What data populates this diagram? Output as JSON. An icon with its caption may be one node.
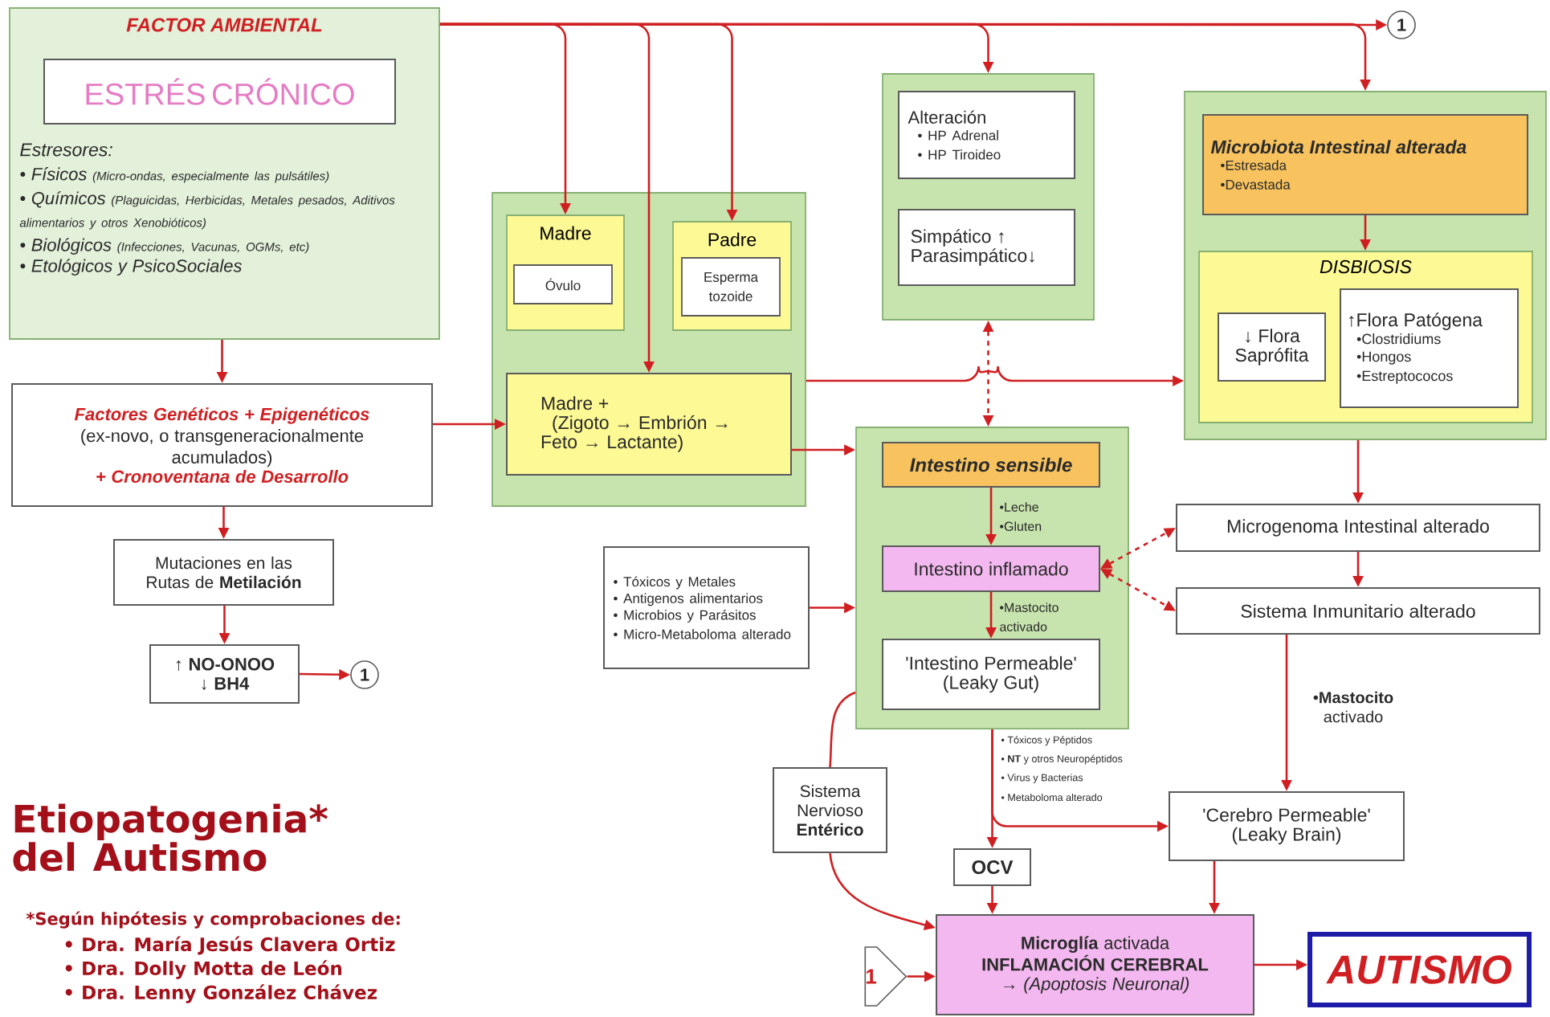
{
  "diagram": {
    "title": "Etiopatogenia* del Autismo",
    "nodes": [
      {
        "text": [
          "FACTOR AMBIENTAL",
          "Estresores:",
          "• Físicos",
          "(Micro-ondas, especialmente las pulsátiles)",
          "• Químicos",
          "(Plaguicidas, Herbicidas, Metales pesados, Aditivos alimentarios y otros Xenobióticos)",
          "• Biológicos",
          "(Infecciones, Vacunas, OGMs, etc)",
          "• Etológicos y PsicoSociales"
        ]
      },
      {
        "text": [
          "ESTRÉS CRÓNICO"
        ],
        "in": 0
      },
      {
        "text": [
          "Factores Genéticos + Epigenéticos",
          "(ex-novo, o transgeneracionalmente acumulados)",
          "+ Cronoventana de Desarrollo"
        ]
      },
      {
        "text": [
          "Mutaciones en las Rutas de **Metilación**"
        ]
      },
      {
        "text": [
          "↑ NO-ONOO",
          "↓ BH4"
        ]
      },
      {
        "text": [
          "1"
        ]
      },
      {
        "text": [
          "1"
        ]
      },
      {
        "text": [],
        "shape": "box"
      },
      {
        "text": [
          "Madre"
        ],
        "in": 7
      },
      {
        "text": [
          "Óvulo"
        ],
        "in": 8
      },
      {
        "text": [
          "Padre"
        ],
        "in": 7
      },
      {
        "text": [
          "Esperma tozoide"
        ],
        "in": 10
      },
      {
        "text": [
          "Madre +",
          "(Zigoto → Embrión → Feto → Lactante)"
        ],
        "in": 7
      },
      {
        "text": [],
        "shape": "box"
      },
      {
        "text": [
          "Alteración",
          "• HP Adrenal",
          "• HP Tiroideo"
        ],
        "in": 13
      },
      {
        "text": [
          "Simpático ↑ Parasimpático↓"
        ],
        "in": 13
      },
      {
        "text": [],
        "shape": "box"
      },
      {
        "text": [
          "Microbiota Intestinal alterada",
          "•Estresada",
          "•Devastada"
        ],
        "in": 16
      },
      {
        "text": [
          "DISBIOSIS"
        ],
        "in": 16
      },
      {
        "text": [
          "↓ Flora Saprófita"
        ],
        "in": 18
      },
      {
        "text": [
          "↑Flora Patógena",
          "•Clostridiums",
          "•Hongos",
          "•Estreptococos"
        ],
        "in": 18
      },
      {
        "text": [],
        "shape": "box"
      },
      {
        "text": [
          "Intestino sensible"
        ],
        "in": 21
      },
      {
        "text": [
          "Intestino inflamado"
        ],
        "in": 21
      },
      {
        "text": [
          "'Intestino Permeable' (Leaky Gut)"
        ],
        "in": 21
      },
      {
        "text": [
          "• Tóxicos y Metales",
          "• Antigenos alimentarios",
          "• Microbios y Parásitos",
          "• Micro-Metaboloma alterado"
        ]
      },
      {
        "text": [
          "Microgenoma Intestinal alterado"
        ]
      },
      {
        "text": [
          "Sistema Inmunitario alterado"
        ]
      },
      {
        "text": [
          "'Cerebro Permeable' (Leaky Brain)"
        ]
      },
      {
        "text": [
          "Sistema Nervioso **Entérico**"
        ]
      },
      {
        "text": [
          "OCV"
        ]
      },
      {
        "text": [
          "**Microglía** activada",
          "INFLAMACIÓN CEREBRAL",
          "→ (Apoptosis Neuronal)"
        ]
      },
      {
        "text": [
          "AUTISMO"
        ]
      },
      {
        "text": [
          "1"
        ]
      }
    ],
    "edges": [
      {
        "from": 0,
        "to": 2,
        "arrow": "to"
      },
      {
        "from": 0,
        "to": 8,
        "arrow": "to"
      },
      {
        "from": 0,
        "to": 12,
        "arrow": "to"
      },
      {
        "from": 0,
        "to": 10,
        "arrow": "to"
      },
      {
        "from": 0,
        "to": 13,
        "arrow": "to"
      },
      {
        "from": 0,
        "to": 16,
        "arrow": "to"
      },
      {
        "from": 0,
        "to": 6,
        "arrow": "to"
      },
      {
        "from": 2,
        "to": 12,
        "arrow": "to"
      },
      {
        "from": 2,
        "to": 3,
        "arrow": "to"
      },
      {
        "from": 3,
        "to": 4,
        "arrow": "to"
      },
      {
        "from": 4,
        "to": 5,
        "arrow": "to"
      },
      {
        "from": 7,
        "to": 16,
        "arrow": "to"
      },
      {
        "from": 12,
        "to": 21,
        "arrow": "to"
      },
      {
        "from": 13,
        "to": 21,
        "arrow": "both",
        "style": "dashed"
      },
      {
        "from": 17,
        "to": 18,
        "arrow": "to"
      },
      {
        "from": 16,
        "to": 26,
        "arrow": "to"
      },
      {
        "from": 22,
        "to": 23,
        "arrow": "to",
        "label": "•Leche •Gluten"
      },
      {
        "from": 23,
        "to": 24,
        "arrow": "to",
        "label": "•Mastocito activado"
      },
      {
        "from": 25,
        "to": 21,
        "arrow": "to"
      },
      {
        "from": 23,
        "to": 26,
        "arrow": "both",
        "style": "dashed"
      },
      {
        "from": 23,
        "to": 27,
        "arrow": "both",
        "style": "dashed"
      },
      {
        "from": 26,
        "to": 27,
        "arrow": "to"
      },
      {
        "from": 27,
        "to": 28,
        "arrow": "to",
        "label": "•**Mastocito** activado"
      },
      {
        "from": 21,
        "to": 30,
        "arrow": "to"
      },
      {
        "from": 21,
        "to": 28,
        "arrow": "to"
      },
      {
        "from": 30,
        "to": 31,
        "arrow": "to"
      },
      {
        "from": 28,
        "to": 31,
        "arrow": "to"
      },
      {
        "from": 21,
        "to": 29,
        "arrow": "none"
      },
      {
        "from": 29,
        "to": 31,
        "arrow": "to"
      },
      {
        "from": 33,
        "to": 31,
        "arrow": "to"
      },
      {
        "from": 31,
        "to": 32,
        "arrow": "to"
      }
    ],
    "labels": [
      "• Tóxicos y Péptidos",
      "• **NT** y otros Neuropéptidos",
      "• Virus y Bacterias",
      "• Metaboloma alterado",
      "*Según hipótesis y comprobaciones de:",
      "• Dra. María Jesús Clavera Ortiz",
      "• Dra. Dolly Motta de León",
      "• Dra. Lenny González Chávez"
    ]
  }
}
